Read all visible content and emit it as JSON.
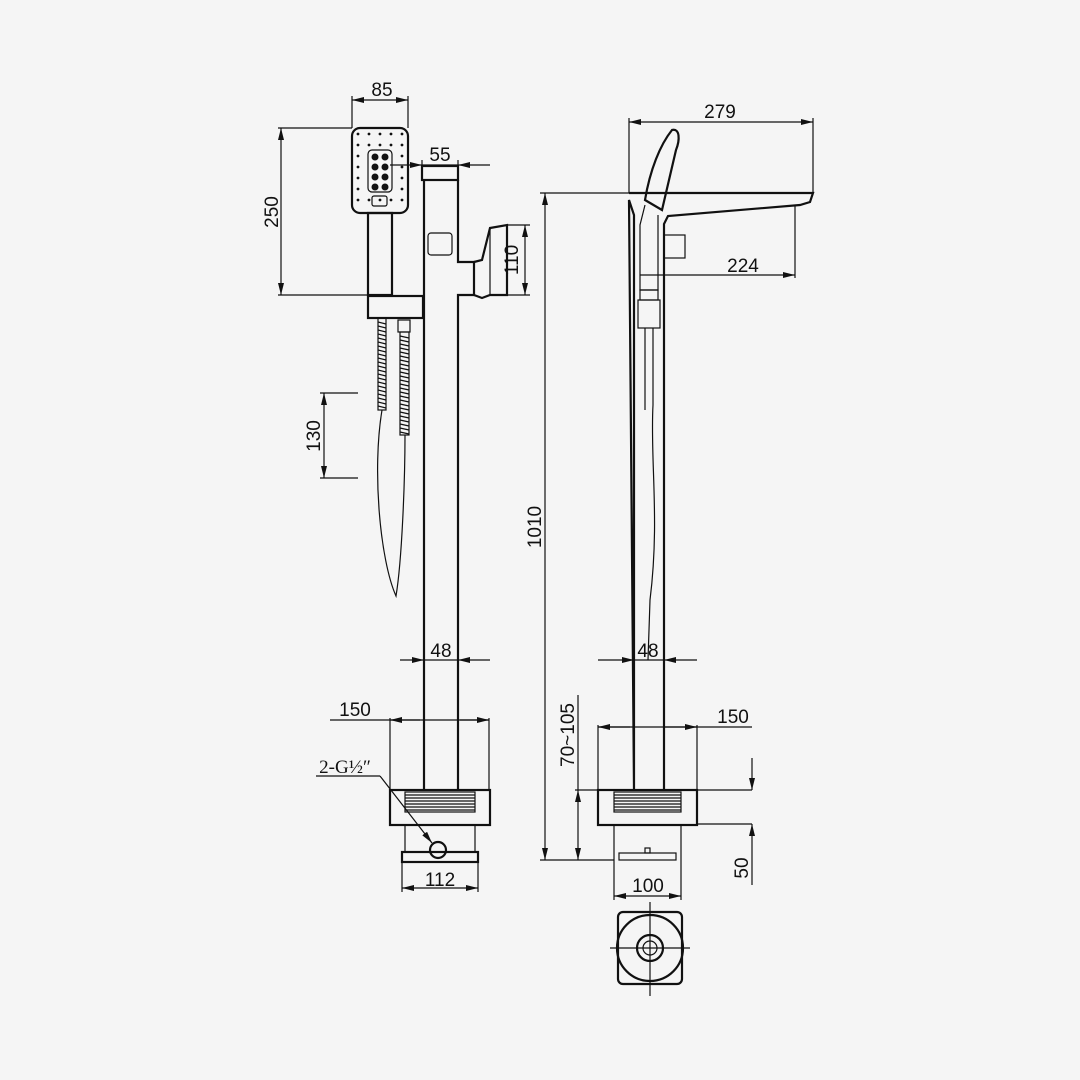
{
  "title": "Floor-standing bath mixer technical drawing",
  "colors": {
    "background": "#f5f5f5",
    "line": "#111111"
  },
  "left_view": {
    "handshower_width": "85",
    "handshower_length": "250",
    "spout_offset": "55",
    "handle_height": "110",
    "hose_dim": "130",
    "tube_width": "48",
    "flange_width": "150",
    "connection_label": "2-G½″",
    "base_width": "112"
  },
  "right_view": {
    "total_reach": "279",
    "spout_reach": "224",
    "total_height": "1010",
    "tube_width": "48",
    "flange_width": "150",
    "install_depth": "70~105",
    "flange_height": "50",
    "base_width": "100"
  }
}
